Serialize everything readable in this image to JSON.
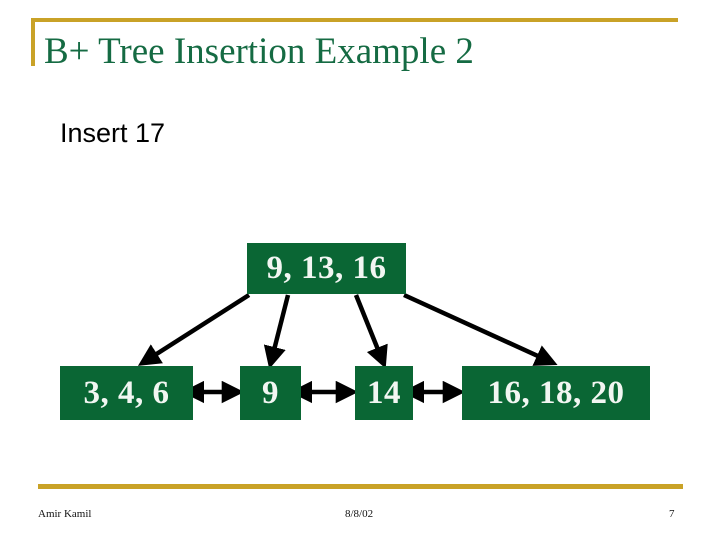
{
  "slide": {
    "title": "B+ Tree Insertion Example 2",
    "body_line": "Insert 17",
    "accent_gold": "#c9a227",
    "node_green": "#0a6634",
    "title_green": "#156b43",
    "node_text_color": "#f2f6f2",
    "arrow_color": "#000000"
  },
  "tree": {
    "root": {
      "label": "9, 13, 16",
      "keys": [
        9,
        13,
        16
      ]
    },
    "leaves": [
      {
        "label": "3, 4, 6",
        "keys": [
          3,
          4,
          6
        ]
      },
      {
        "label": "9",
        "keys": [
          9
        ]
      },
      {
        "label": "14",
        "keys": [
          14
        ]
      },
      {
        "label": "16, 18, 20",
        "keys": [
          16,
          18,
          20
        ]
      }
    ],
    "parent_arrows": 4,
    "sibling_links": 3
  },
  "footer": {
    "author": "Amir Kamil",
    "date": "8/8/02",
    "page_number": "7"
  }
}
